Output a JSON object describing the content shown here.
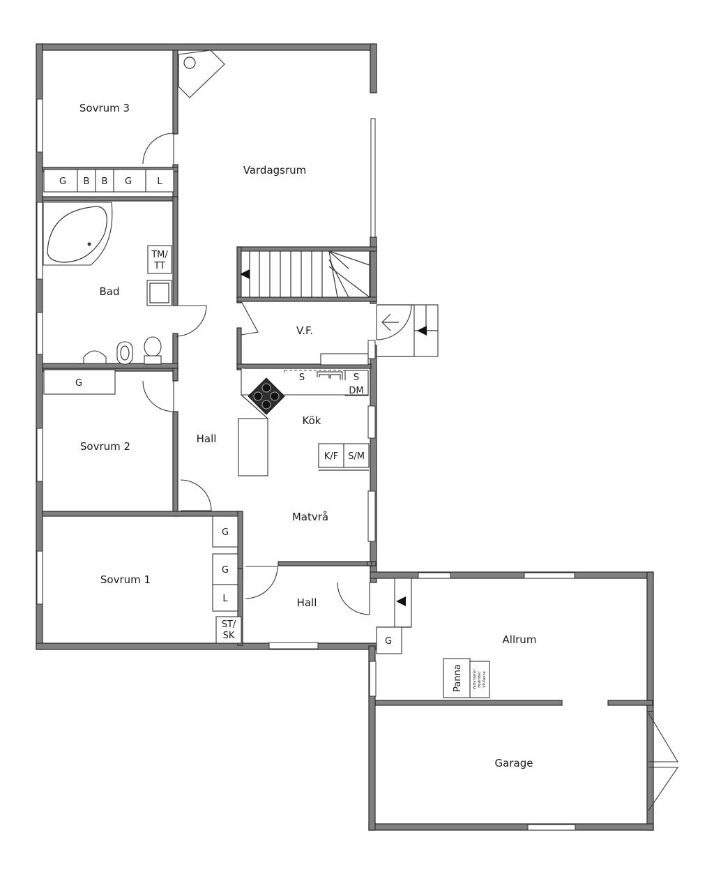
{
  "rooms": {
    "sovrum3": "Sovrum 3",
    "vardagsrum": "Vardagsrum",
    "bad": "Bad",
    "vf": "V.F.",
    "kok": "Kök",
    "sovrum2": "Sovrum 2",
    "hall_main": "Hall",
    "matvra": "Matvrå",
    "sovrum1": "Sovrum 1",
    "hall_entry": "Hall",
    "allrum": "Allrum",
    "garage": "Garage"
  },
  "fixtures": {
    "closets_sovrum3": [
      "G",
      "B",
      "B",
      "G",
      "L"
    ],
    "tm_tt_line1": "TM/",
    "tm_tt_line2": "TT",
    "closet_sovrum2": "G",
    "kitchen_sink_label": "S",
    "kitchen_s2_label": "S",
    "kitchen_dm_label": "DM",
    "kitchen_kf_label": "K/F",
    "kitchen_sm_label": "S/M",
    "hall_closets": [
      "G",
      "G",
      "L"
    ],
    "st_sk_line1": "ST/",
    "st_sk_line2": "SK",
    "allrum_closet": "G",
    "panna_label": "Panna",
    "panna_note_line1": "Vattentank/",
    "panna_note_line2": "Hydrofor/",
    "panna_note_line3": "VP-Panna"
  },
  "colors": {
    "wall": "#808080",
    "line": "#333333",
    "background": "#ffffff"
  }
}
